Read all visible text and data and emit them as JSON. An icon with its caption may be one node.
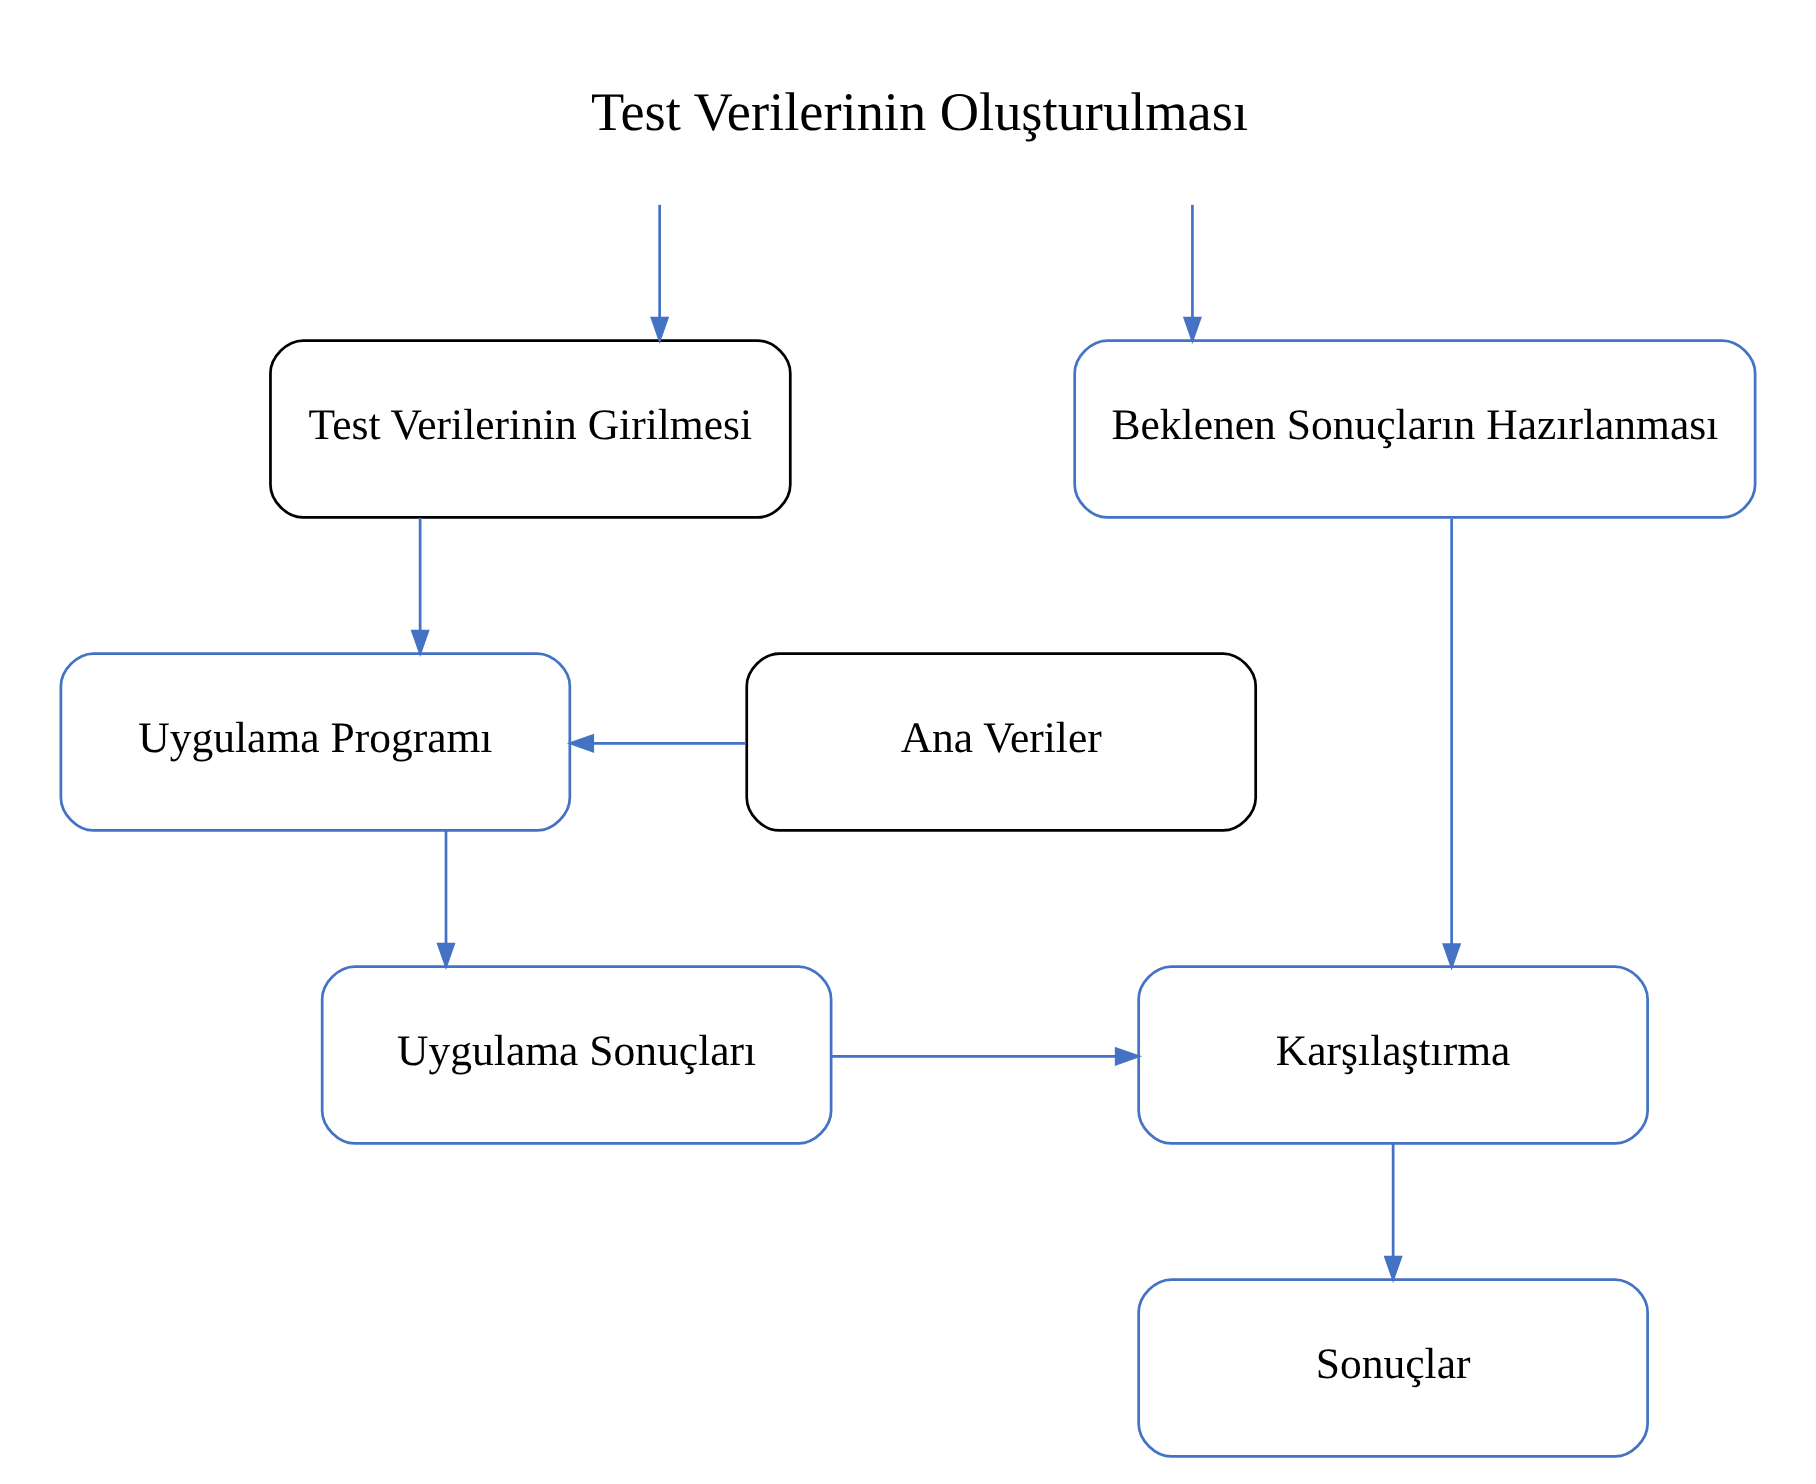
{
  "diagram": {
    "nodes": [
      {
        "text": [
          "Test Verilerinin Oluşturulması"
        ]
      },
      {
        "text": [
          "Test Verilerinin Girilmesi"
        ]
      },
      {
        "text": [
          "Beklenen Sonuçların Hazırlanması"
        ]
      },
      {
        "text": [
          "Ana Veriler"
        ]
      },
      {
        "text": [
          "Uygulama Programı"
        ]
      },
      {
        "text": [
          "Uygulama Sonuçları"
        ]
      },
      {
        "text": [
          "Karşılaştırma"
        ]
      },
      {
        "text": [
          "Sonuçlar"
        ]
      }
    ],
    "edges": [
      {
        "from": 0,
        "to": 1,
        "arrow": "to"
      },
      {
        "from": 0,
        "to": 2,
        "arrow": "to"
      },
      {
        "from": 1,
        "to": 4,
        "arrow": "to"
      },
      {
        "from": 3,
        "to": 4,
        "arrow": "to"
      },
      {
        "from": 4,
        "to": 5,
        "arrow": "to"
      },
      {
        "from": 2,
        "to": 6,
        "arrow": "to"
      },
      {
        "from": 5,
        "to": 6,
        "arrow": "to"
      },
      {
        "from": 6,
        "to": 7,
        "arrow": "to"
      }
    ]
  }
}
